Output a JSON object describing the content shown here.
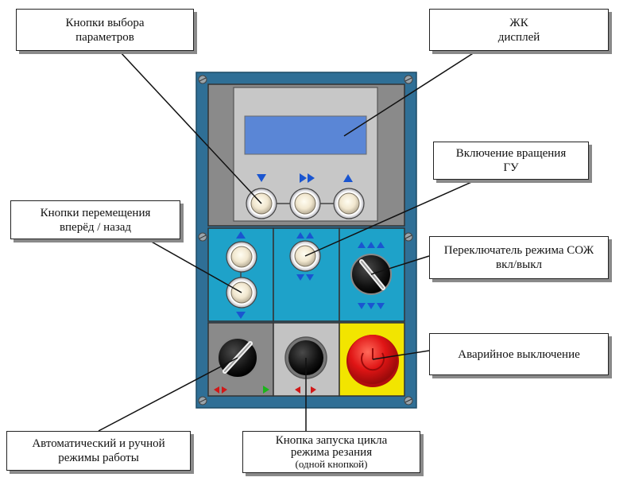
{
  "callouts": {
    "param_buttons": [
      "Кнопки выбора",
      "параметров"
    ],
    "lcd": [
      "ЖК",
      "дисплей"
    ],
    "spindle": [
      "Включение вращения",
      "ГУ"
    ],
    "jog": [
      "Кнопки перемещения",
      "вперёд / назад"
    ],
    "coolant": [
      "Переключатель режима СОЖ",
      "вкл/выкл"
    ],
    "estop": [
      "Аварийное выключение"
    ],
    "mode": [
      "Автоматический и ручной",
      "режимы работы"
    ],
    "cycle": [
      "Кнопка запуска цикла",
      "режима резания",
      "(одной кнопкой)"
    ]
  },
  "colors": {
    "frame": "#2f6f96",
    "panel_blue": "#1ea2c9",
    "panel_gray": "#8a8a8a",
    "lcd_screen": "#5a86d6",
    "estop_yellow": "#f2e500",
    "estop_red": "#e01515",
    "arrow_blue": "#1a55d0",
    "arrow_red": "#d01818",
    "arrow_green": "#1ab51a"
  },
  "icons": [
    "triangle-down-icon",
    "double-triangle-right-icon",
    "triangle-up-icon",
    "screw-icon"
  ]
}
